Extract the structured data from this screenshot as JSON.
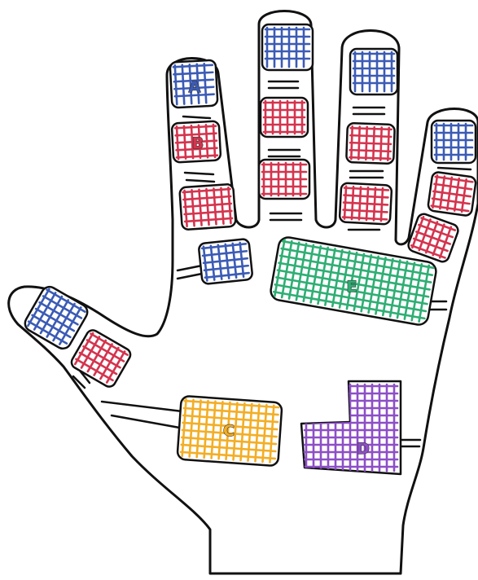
{
  "colors": {
    "blue": "#3b5bb5",
    "red": "#d4344e",
    "green": "#2fae74",
    "orange": "#f3ae26",
    "purple": "#8d4fc7",
    "outline": "#111111"
  },
  "labels": {
    "a": "A",
    "b": "B",
    "c": "C",
    "d": "D",
    "e": "E"
  },
  "pads": [
    {
      "id": "index-distal",
      "color": "blue",
      "label": "a"
    },
    {
      "id": "index-middle",
      "color": "red",
      "label": "b"
    },
    {
      "id": "index-proximal",
      "color": "red"
    },
    {
      "id": "index-base",
      "color": "blue"
    },
    {
      "id": "middle-distal",
      "color": "blue"
    },
    {
      "id": "middle-middle",
      "color": "red"
    },
    {
      "id": "middle-proximal",
      "color": "red"
    },
    {
      "id": "ring-distal",
      "color": "blue"
    },
    {
      "id": "ring-middle",
      "color": "red"
    },
    {
      "id": "ring-proximal",
      "color": "red"
    },
    {
      "id": "little-distal",
      "color": "blue"
    },
    {
      "id": "little-middle",
      "color": "red"
    },
    {
      "id": "little-proximal",
      "color": "red"
    },
    {
      "id": "thumb-distal",
      "color": "blue"
    },
    {
      "id": "thumb-proximal",
      "color": "red"
    },
    {
      "id": "palm-upper",
      "color": "green",
      "label": "e"
    },
    {
      "id": "palm-thenar",
      "color": "orange",
      "label": "c"
    },
    {
      "id": "palm-hypothenar",
      "color": "purple",
      "label": "d"
    }
  ]
}
